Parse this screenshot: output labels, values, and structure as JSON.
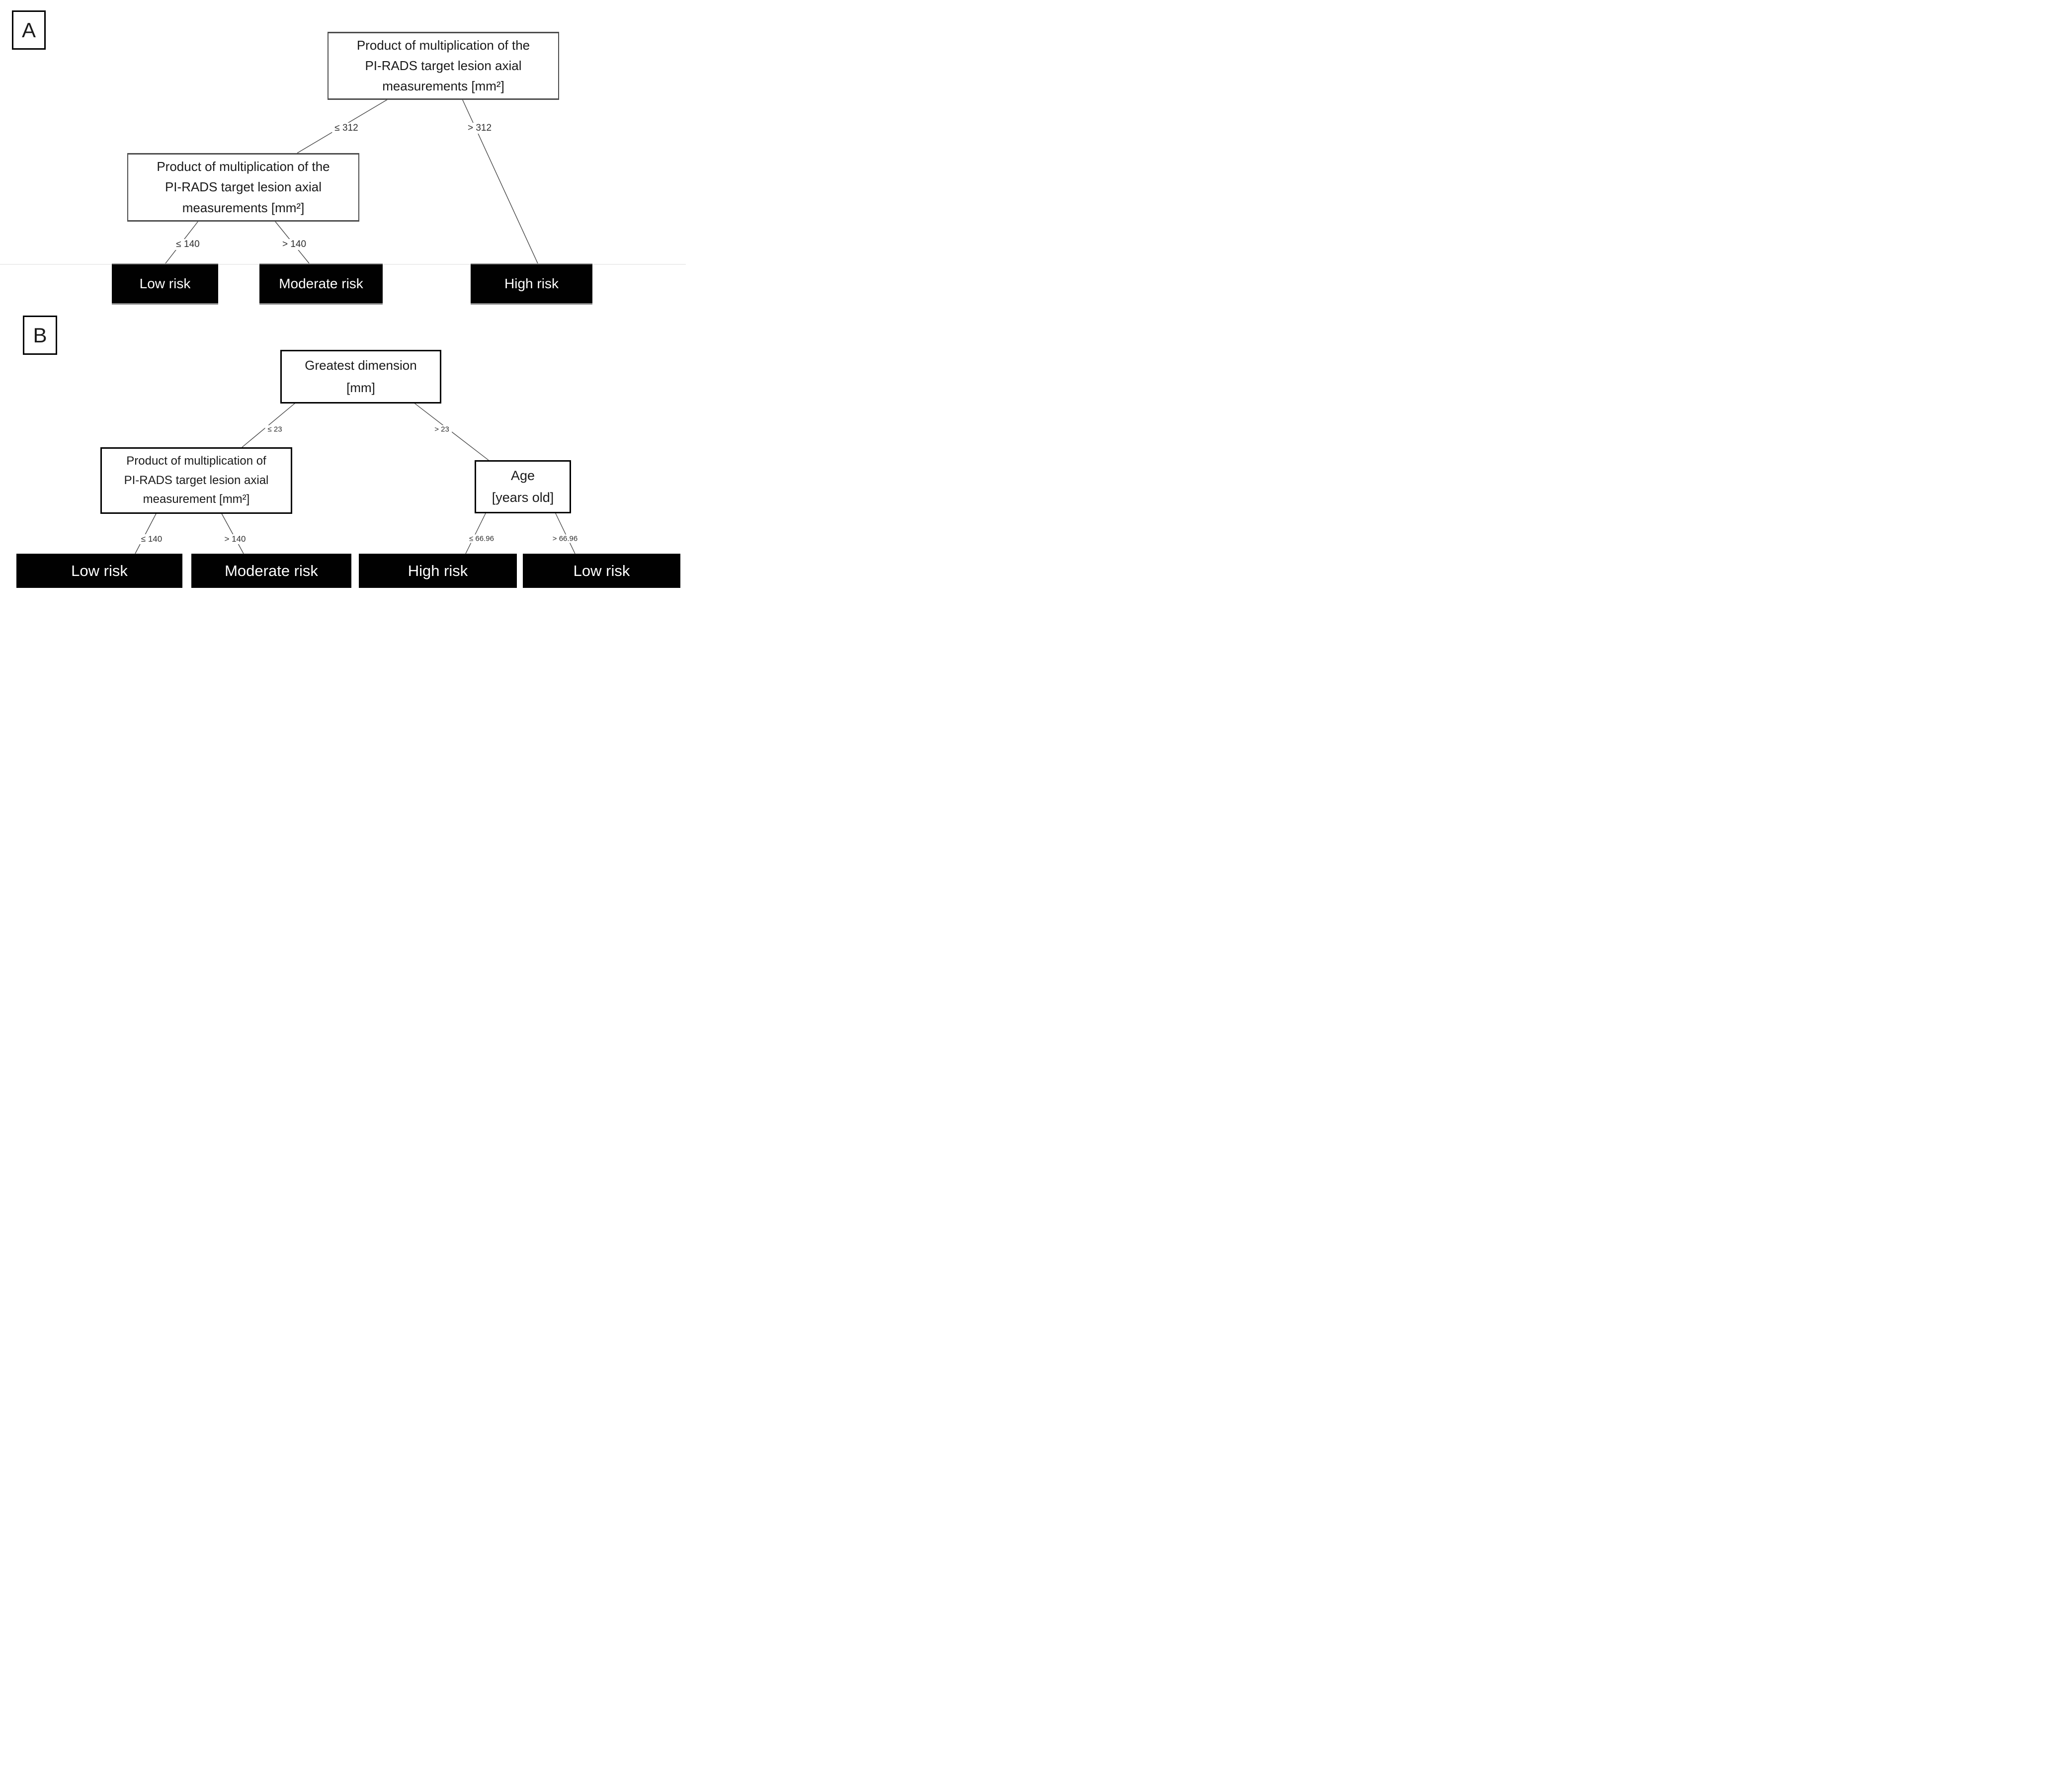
{
  "panel_a": {
    "label": "A",
    "root_node": "Product of multiplication of the\nPI-RADS target lesion axial\nmeasurements [mm²]",
    "branch_le_312": "≤ 312",
    "branch_gt_312": "> 312",
    "child_node": "Product of multiplication of the\nPI-RADS target lesion axial\nmeasurements [mm²]",
    "branch_le_140": "≤ 140",
    "branch_gt_140": "> 140",
    "leaf_low": "Low risk",
    "leaf_moderate": "Moderate risk",
    "leaf_high": "High risk"
  },
  "panel_b": {
    "label": "B",
    "root_node": "Greatest dimension\n[mm]",
    "branch_le_23": "≤ 23",
    "branch_gt_23": "> 23",
    "left_node": "Product of multiplication of\nPI-RADS target lesion axial\nmeasurement [mm²]",
    "branch_le_140": "≤ 140",
    "branch_gt_140": "> 140",
    "right_node": "Age\n[years old]",
    "branch_le_66_96": "≤ 66.96",
    "branch_gt_66_96": "> 66.96",
    "leaf_low_1": "Low risk",
    "leaf_moderate": "Moderate risk",
    "leaf_high": "High risk",
    "leaf_low_2": "Low risk"
  }
}
